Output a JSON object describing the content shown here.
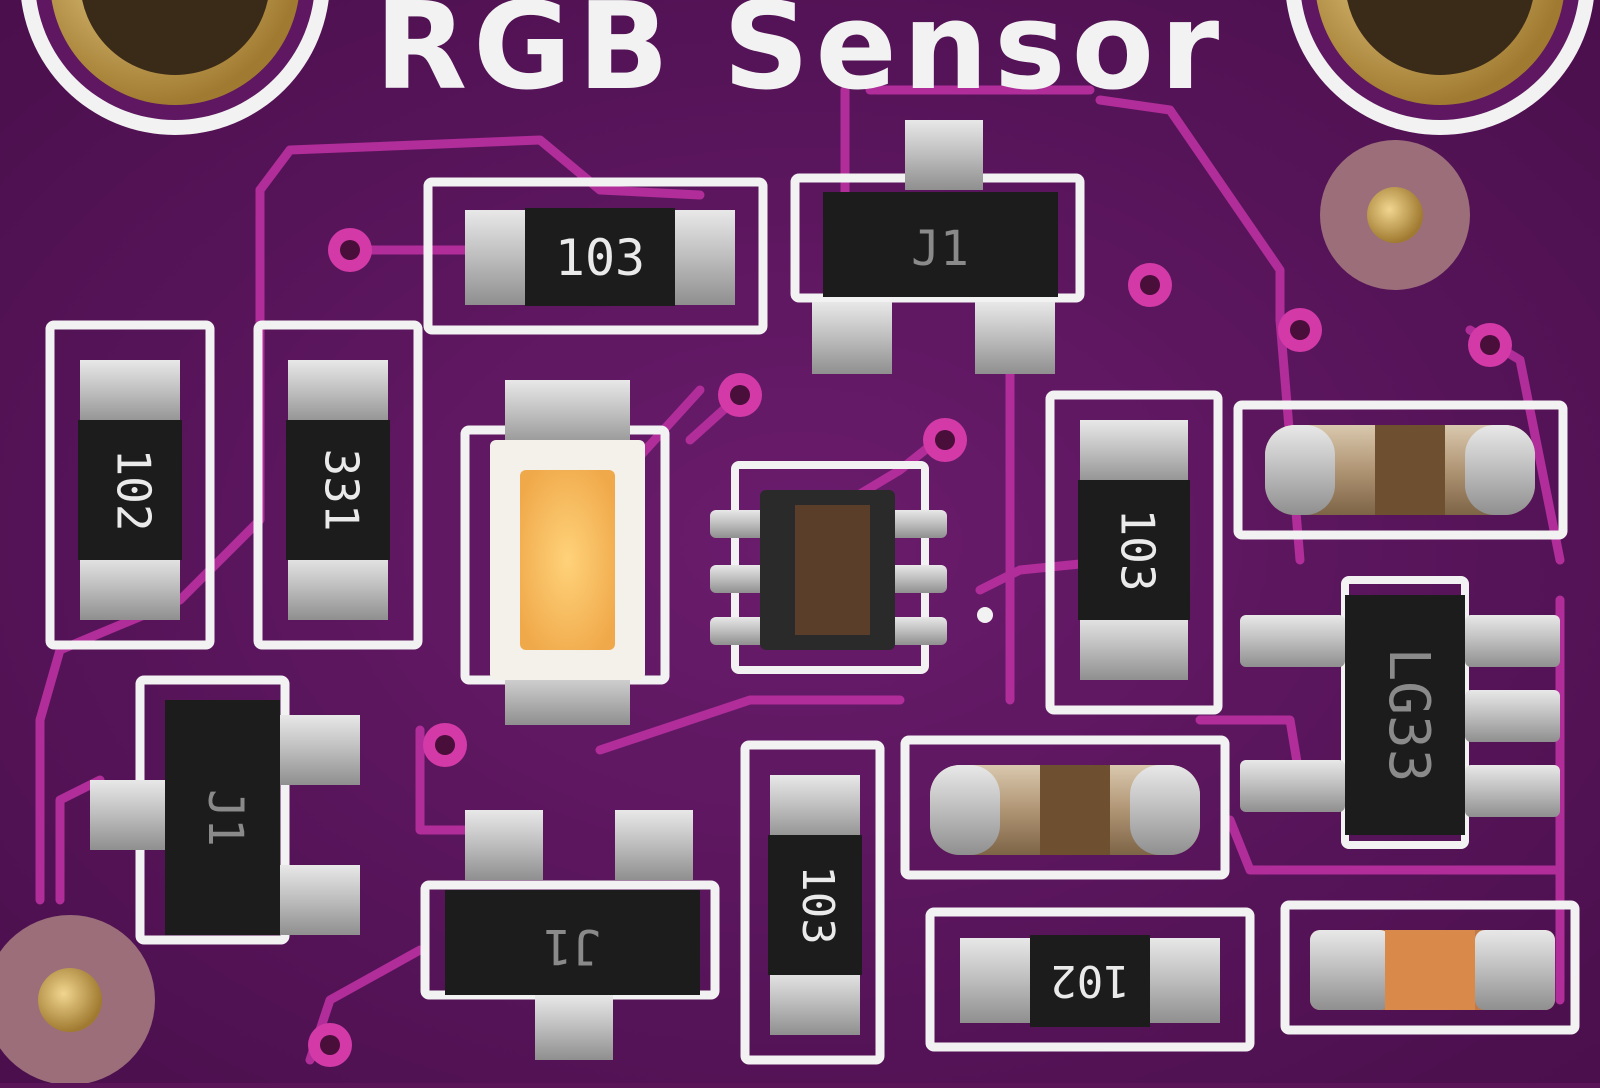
{
  "board": {
    "title": "RGB Sensor",
    "colors": {
      "pcb": "#5e1760",
      "pcb_dark": "#3e0c40",
      "trace": "#b3289a",
      "silk": "#f2f2f2",
      "pad": "#c9c9c9",
      "body": "#1c1c1c",
      "gold": "#c9a050",
      "led": "#f7bf5a",
      "cap": "#b59a78"
    }
  },
  "components": {
    "r_top": "103",
    "r_left1": "102",
    "r_left2": "331",
    "r_mid_right": "103",
    "r_bottom_mid": "103",
    "r_bottom_right": "102",
    "q_top": "J1",
    "q_left": "J1",
    "q_bottom": "J1",
    "regulator": "LG33"
  }
}
